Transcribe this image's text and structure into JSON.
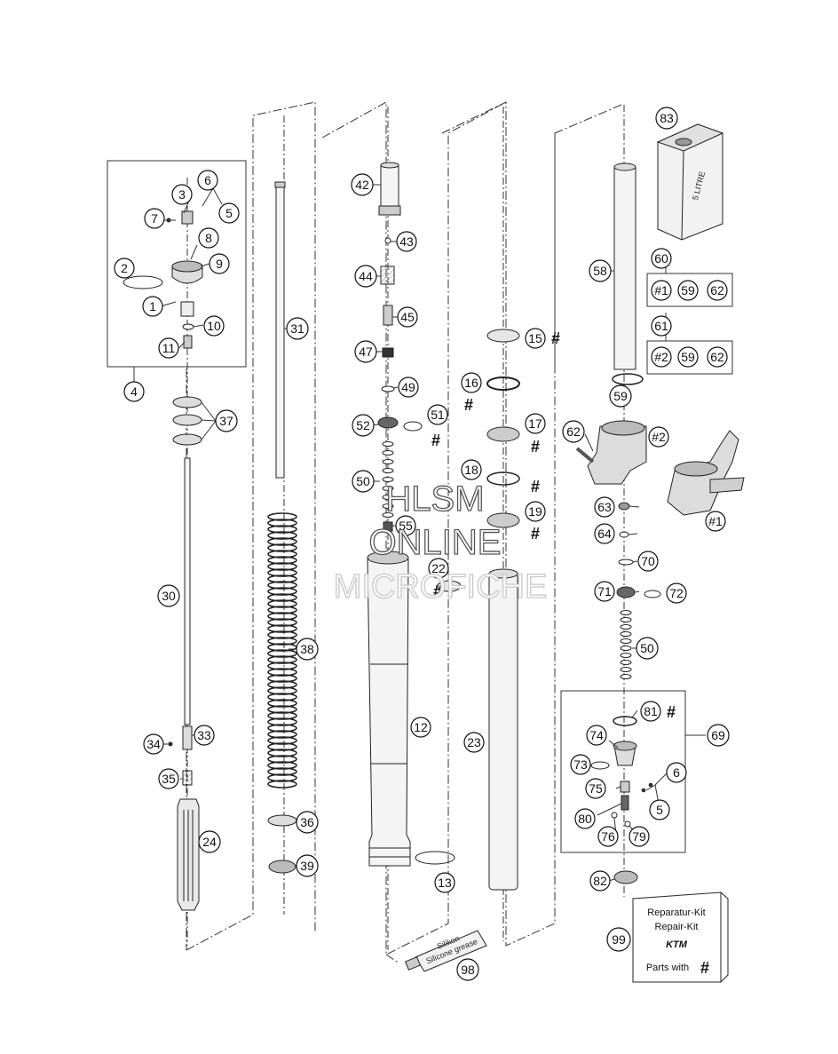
{
  "diagram": {
    "labels": {
      "p1": "1",
      "p2": "2",
      "p3": "3",
      "p4": "4",
      "p5": "5",
      "p6": "6",
      "p7": "7",
      "p8": "8",
      "p9": "9",
      "p10": "10",
      "p11": "11",
      "p12": "12",
      "p13": "13",
      "p15": "15",
      "p16": "16",
      "p17": "17",
      "p18": "18",
      "p19": "19",
      "p22": "22",
      "p23": "23",
      "p24": "24",
      "p30": "30",
      "p31": "31",
      "p33": "33",
      "p34": "34",
      "p35": "35",
      "p36": "36",
      "p37": "37",
      "p38": "38",
      "p39": "39",
      "p42": "42",
      "p43": "43",
      "p44": "44",
      "p45": "45",
      "p47": "47",
      "p49": "49",
      "p50a": "50",
      "p50b": "50",
      "p51": "51",
      "p52": "52",
      "p55": "55",
      "p58": "58",
      "p59a": "59",
      "p59b": "59",
      "p59c": "59",
      "p60": "60",
      "p61": "61",
      "p62a": "62",
      "p62b": "62",
      "p62c": "62",
      "p63": "63",
      "p64": "64",
      "p69": "69",
      "p70": "70",
      "p71": "71",
      "p72": "72",
      "p73": "73",
      "p74": "74",
      "p75": "75",
      "p6b": "6",
      "p5b": "5",
      "p76": "76",
      "p79": "79",
      "p80": "80",
      "p81": "81",
      "p82": "82",
      "p83": "83",
      "p98": "98",
      "p99": "99",
      "h1a": "#1",
      "h1b": "#1",
      "h2a": "#2",
      "h2b": "#2"
    },
    "hash_mark": "#",
    "canister_text": "5 LITRE",
    "tube_text_1": "Silikon",
    "tube_text_2": "Silicone grease",
    "kit_box": {
      "line1": "Reparatur-Kit",
      "line2": "Repair-Kit",
      "brand": "KTM",
      "line3": "Parts with"
    },
    "watermark": {
      "line1": "HLSM",
      "line2": "ONLINE",
      "line3": "MICROFICHE"
    }
  }
}
